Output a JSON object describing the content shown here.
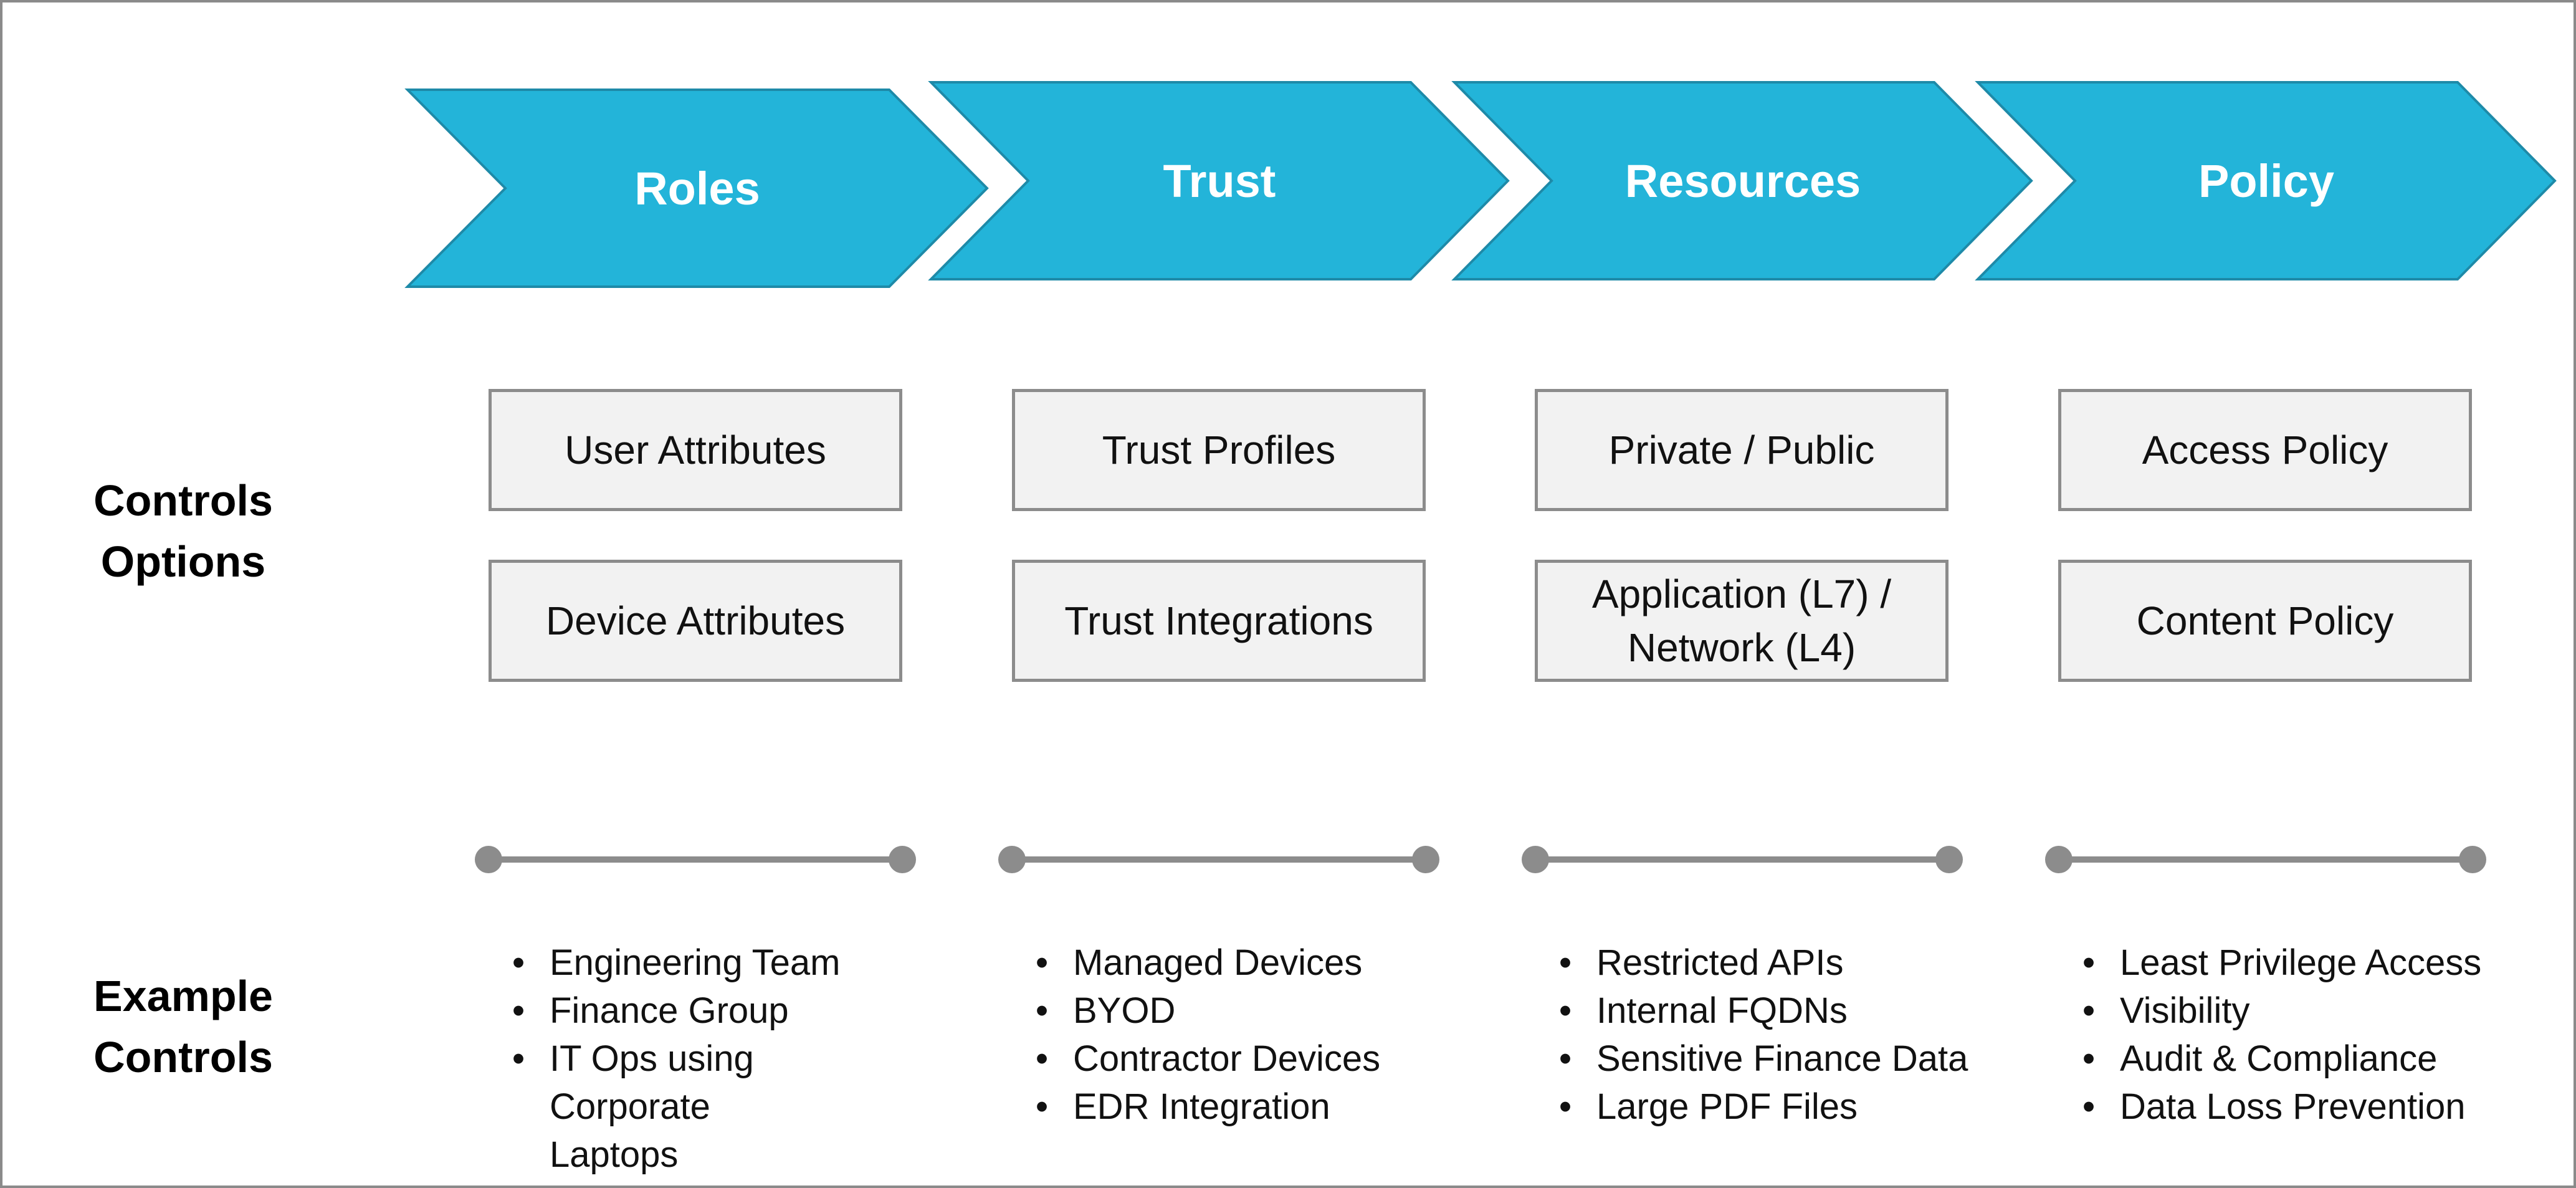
{
  "colors": {
    "chevron_fill": "#23b4d9",
    "chevron_stroke": "#1e8aa8",
    "box_fill": "#f2f2f2",
    "box_border": "#8c8c8c",
    "connector": "#8c8c8c"
  },
  "row_labels": {
    "controls_options": "Controls\nOptions",
    "example_controls": "Example\nControls"
  },
  "stages": [
    {
      "title": "Roles",
      "options": [
        "User Attributes",
        "Device Attributes"
      ],
      "examples": [
        "Engineering Team",
        "Finance Group",
        "IT Ops using Corporate Laptops"
      ]
    },
    {
      "title": "Trust",
      "options": [
        "Trust Profiles",
        "Trust Integrations"
      ],
      "examples": [
        "Managed Devices",
        "BYOD",
        "Contractor Devices",
        "EDR Integration"
      ]
    },
    {
      "title": "Resources",
      "options": [
        "Private / Public",
        "Application (L7) /\nNetwork (L4)"
      ],
      "examples": [
        "Restricted APIs",
        "Internal FQDNs",
        "Sensitive Finance Data",
        "Large PDF Files"
      ]
    },
    {
      "title": "Policy",
      "options": [
        "Access Policy",
        "Content Policy"
      ],
      "examples": [
        "Least Privilege Access",
        "Visibility",
        "Audit & Compliance",
        "Data Loss Prevention"
      ]
    }
  ]
}
